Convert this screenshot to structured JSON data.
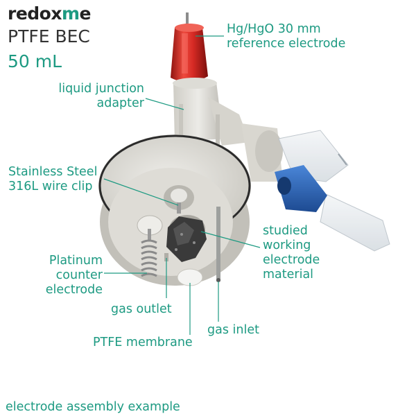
{
  "brand": {
    "prefix": "redox",
    "accent": "m",
    "suffix": "e"
  },
  "header": {
    "title": "PTFE BEC",
    "volume": "50 mL"
  },
  "labels": {
    "reference": [
      "Hg/HgO 30 mm",
      "reference electrode"
    ],
    "junction": [
      "liquid junction",
      "adapter"
    ],
    "clip": [
      "Stainless Steel",
      "316L wire clip"
    ],
    "working": [
      "studied",
      "working",
      "electrode",
      "material"
    ],
    "counter": [
      "Platinum",
      "counter",
      "electrode"
    ],
    "gas_outlet": "gas outlet",
    "gas_inlet": "gas inlet",
    "membrane": "PTFE membrane"
  },
  "caption": "electrode assembly example",
  "colors": {
    "accent": "#1d9a82",
    "reference_tube": "#d62a24",
    "connector": "#2a63b8"
  }
}
